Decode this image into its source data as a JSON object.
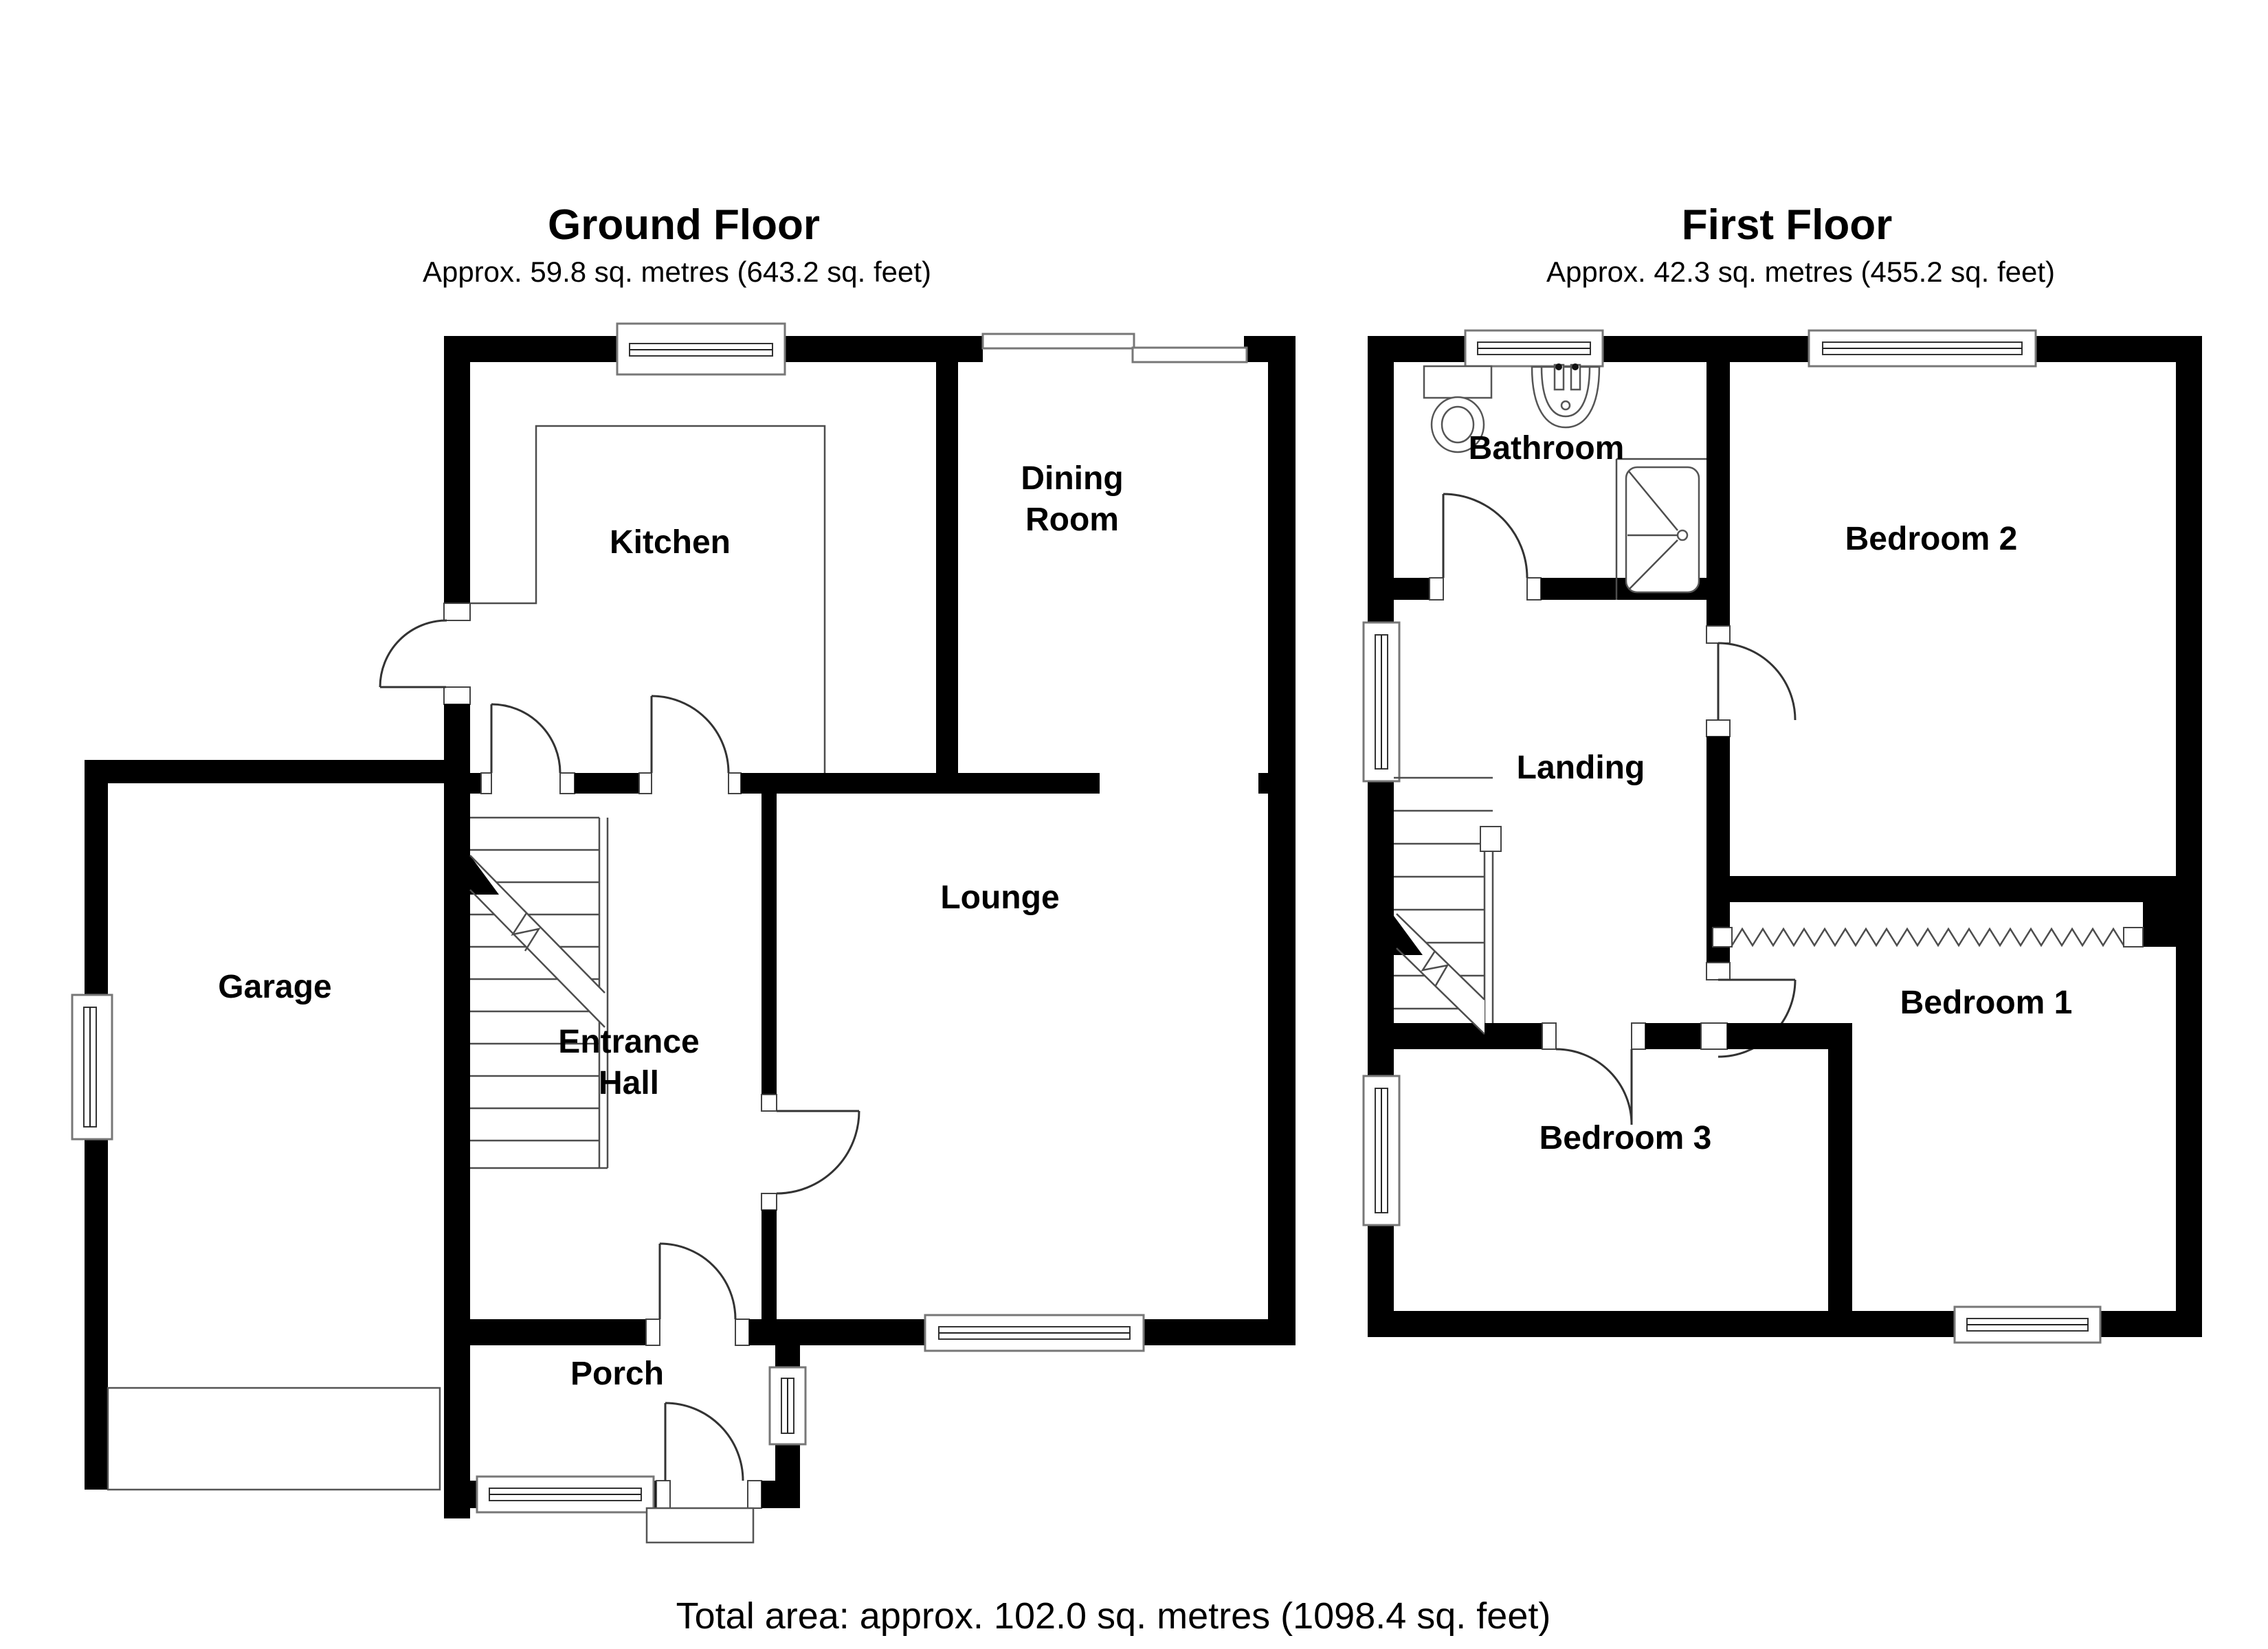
{
  "ground_floor": {
    "title": "Ground Floor",
    "subtitle": "Approx. 59.8 sq. metres (643.2 sq. feet)",
    "rooms": {
      "kitchen": "Kitchen",
      "dining_line1": "Dining",
      "dining_line2": "Room",
      "lounge": "Lounge",
      "garage": "Garage",
      "entrance_line1": "Entrance",
      "entrance_line2": "Hall",
      "porch": "Porch"
    }
  },
  "first_floor": {
    "title": "First Floor",
    "subtitle": "Approx. 42.3 sq. metres (455.2 sq. feet)",
    "rooms": {
      "bathroom": "Bathroom",
      "bedroom2": "Bedroom 2",
      "landing": "Landing",
      "bedroom1": "Bedroom 1",
      "bedroom3": "Bedroom 3"
    }
  },
  "footer": {
    "total_area": "Total area: approx. 102.0 sq. metres (1098.4 sq. feet)"
  },
  "colors": {
    "walls": "#000000",
    "background": "#ffffff",
    "thin_lines": "#4d4d4d",
    "window_frame": "#777777",
    "text": "#000000"
  }
}
